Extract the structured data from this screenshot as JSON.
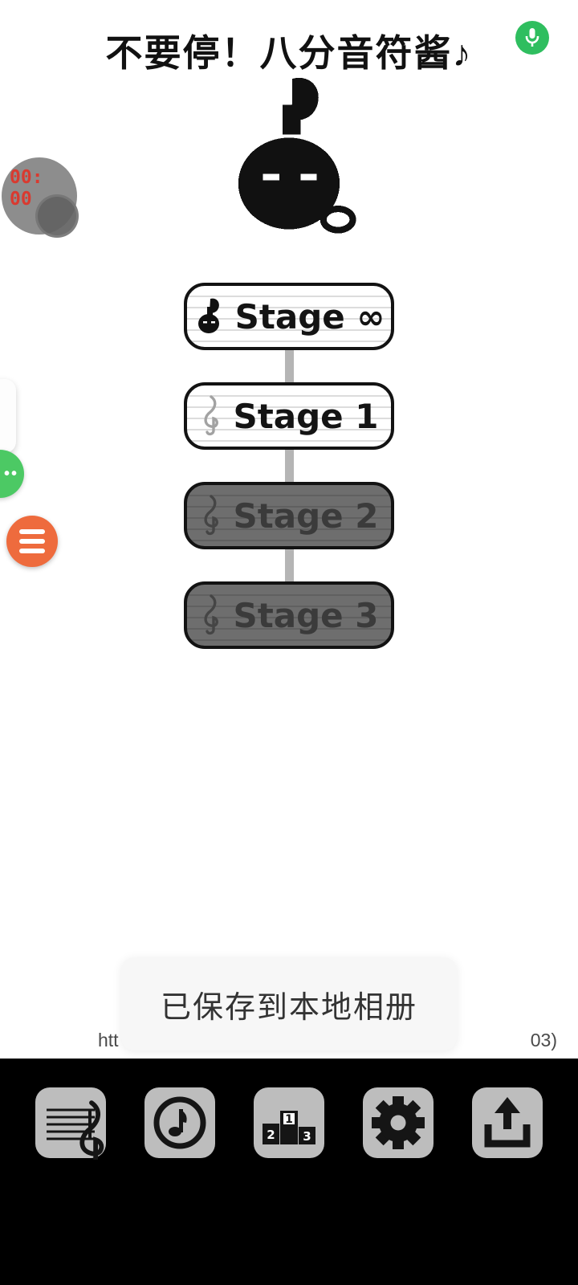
{
  "header": {
    "title": "不要停！八分音符酱♪"
  },
  "recorder_badge": {
    "time_top": "00:",
    "time_bottom": "00"
  },
  "character": {
    "name": "eighth-note-chan"
  },
  "stages": {
    "connector_color": "#b5b5b5",
    "items": [
      {
        "label": "Stage ∞",
        "state": "active",
        "icon": "note-character"
      },
      {
        "label": "Stage 1",
        "state": "unlocked",
        "icon": "treble-clef"
      },
      {
        "label": "Stage 2",
        "state": "locked",
        "icon": "treble-clef"
      },
      {
        "label": "Stage 3",
        "state": "locked",
        "icon": "treble-clef"
      }
    ]
  },
  "floating_buttons": {
    "assistant_dots": "••",
    "menu": "hamburger"
  },
  "toast": {
    "message": "已保存到本地相册"
  },
  "url_line": {
    "left": "htt",
    "right": "03)"
  },
  "mic": {
    "color": "#2fbe5f"
  },
  "bottom_nav": {
    "background": "#000000",
    "items": [
      {
        "name": "score"
      },
      {
        "name": "music-note"
      },
      {
        "name": "ranking",
        "numbers": [
          "1",
          "2",
          "3"
        ]
      },
      {
        "name": "settings"
      },
      {
        "name": "upload"
      }
    ]
  }
}
